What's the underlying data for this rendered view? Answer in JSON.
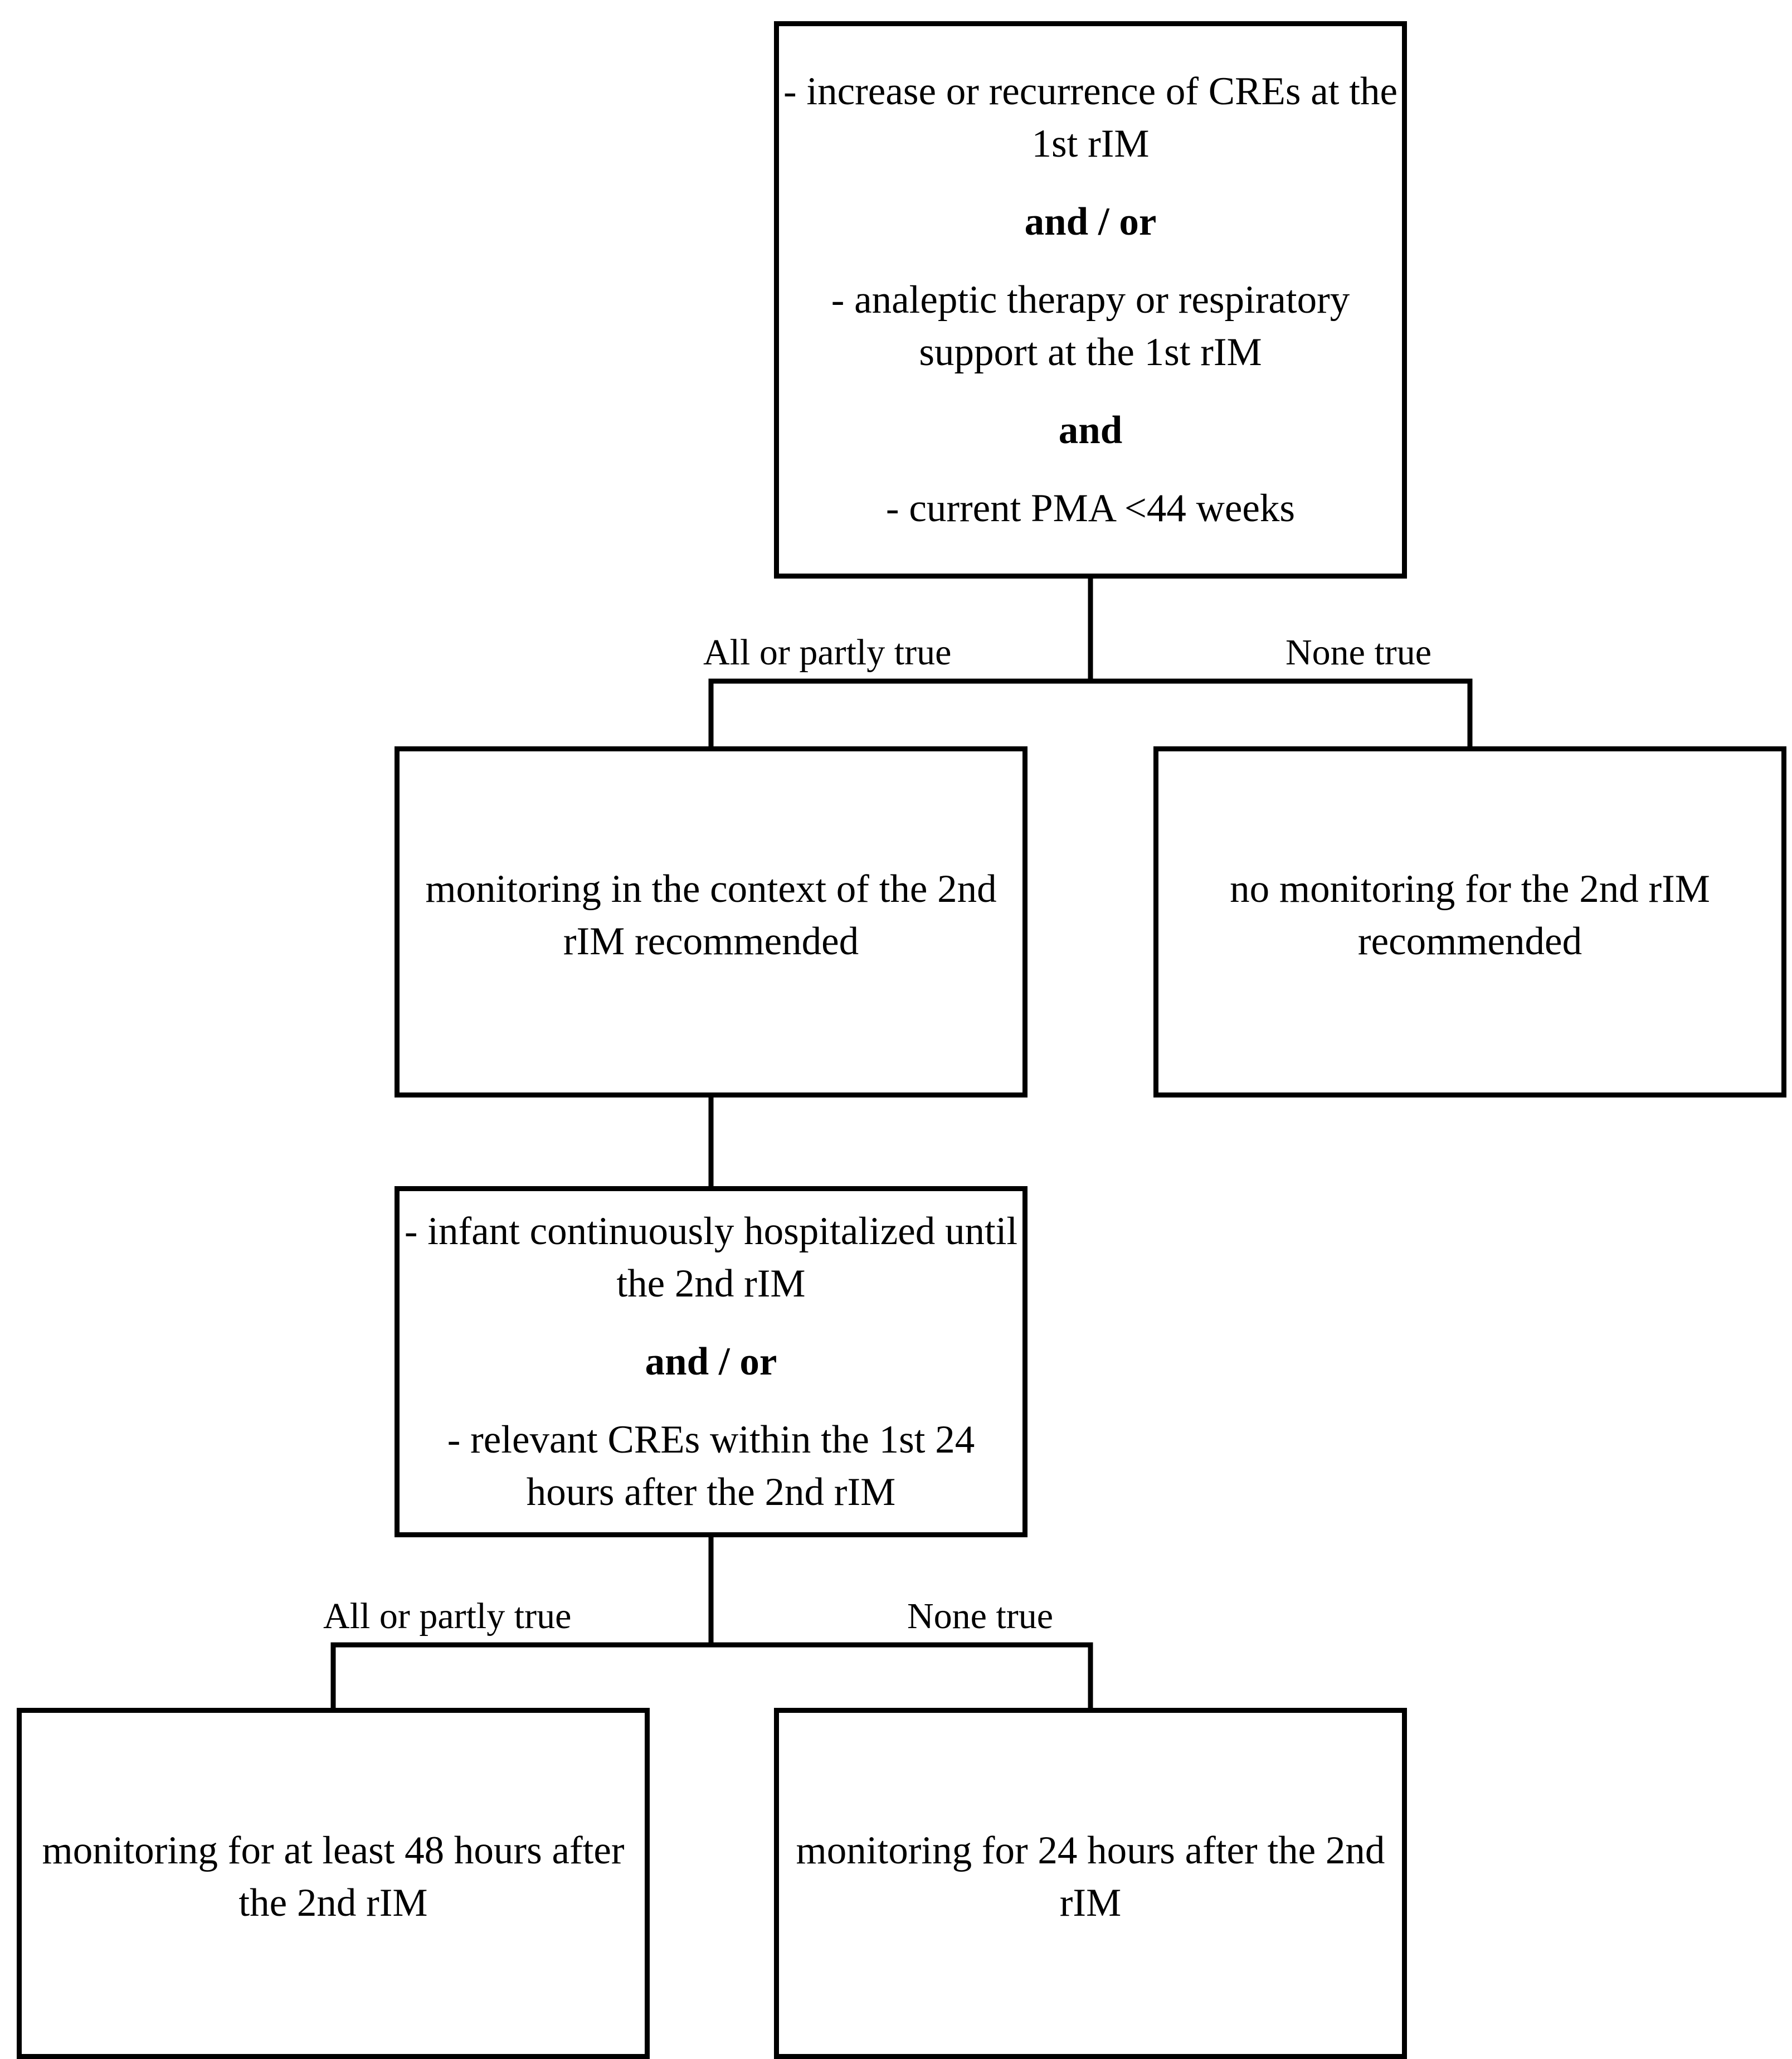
{
  "criteria_1": {
    "cond_a": "- increase or recurrence of CREs at the 1st rIM",
    "conj_a": "and / or",
    "cond_b": "- analeptic therapy or respiratory support at the 1st rIM",
    "conj_b": "and",
    "cond_c": "- current PMA <44 weeks"
  },
  "branch_1": {
    "yes_label": "All or partly true",
    "no_label": "None true"
  },
  "outcome_monitoring_2nd": "monitoring in the context of the 2nd rIM recommended",
  "outcome_no_monitoring": "no monitoring for the 2nd rIM recommended",
  "criteria_2": {
    "cond_a": "- infant continuously hospitalized until the 2nd rIM",
    "conj_a": "and / or",
    "cond_b": "- relevant CREs within the 1st 24 hours after the 2nd rIM"
  },
  "branch_2": {
    "yes_label": "All or partly true",
    "no_label": "None true"
  },
  "outcome_48h": "monitoring for at least 48 hours after the 2nd rIM",
  "outcome_24h": "monitoring for 24 hours after the 2nd rIM"
}
